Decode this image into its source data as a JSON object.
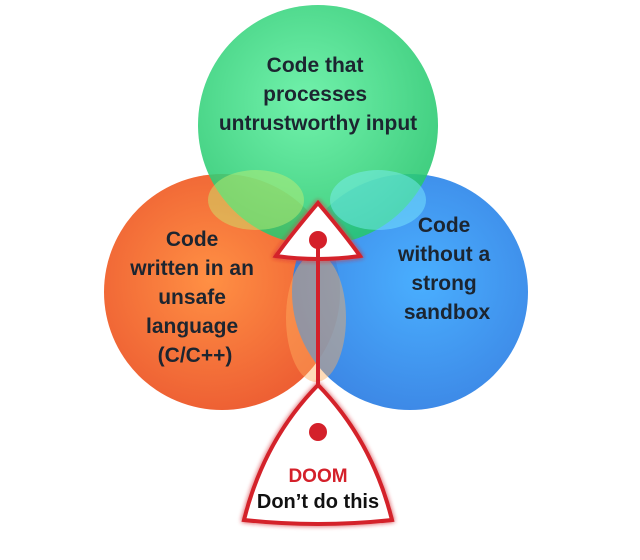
{
  "circles": {
    "top": {
      "lines": [
        "Code that",
        "processes",
        "untrustworthy input"
      ]
    },
    "left": {
      "lines": [
        "Code",
        "written in an",
        "unsafe",
        "language",
        "(C/C++)"
      ]
    },
    "right": {
      "lines": [
        "Code",
        "without a",
        "strong",
        "sandbox"
      ]
    }
  },
  "callout": {
    "title": "DOOM",
    "text": "Don’t do this"
  },
  "colors": {
    "green": "#34d67a",
    "orange": "#f5642a",
    "blue": "#2f8ef0",
    "doom_red": "#d4202a",
    "text": "#1c2530"
  }
}
